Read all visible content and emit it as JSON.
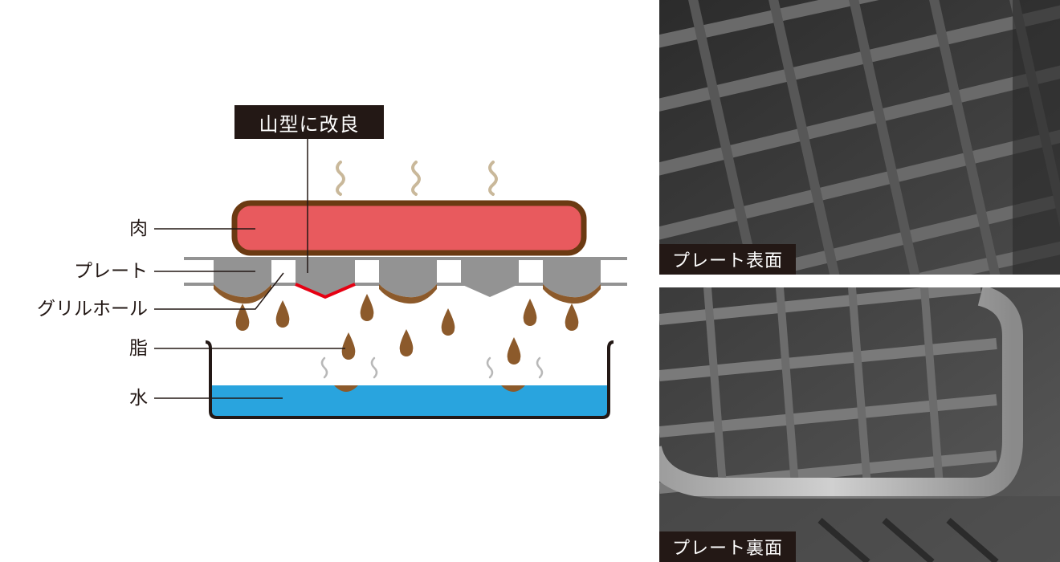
{
  "diagram": {
    "callout": "山型に改良",
    "labels": {
      "meat": "肉",
      "plate": "プレート",
      "grill_hole": "グリルホール",
      "fat": "脂",
      "water": "水"
    },
    "colors": {
      "meat_fill": "#e85a5e",
      "meat_border": "#6b3a12",
      "plate": "#939393",
      "fat": "#8c5a2b",
      "water": "#29a4de",
      "steam": "#c9b89a",
      "highlight": "#e60012",
      "dark": "#231815"
    }
  },
  "photos": [
    {
      "caption": "プレート表面"
    },
    {
      "caption": "プレート裏面"
    }
  ]
}
